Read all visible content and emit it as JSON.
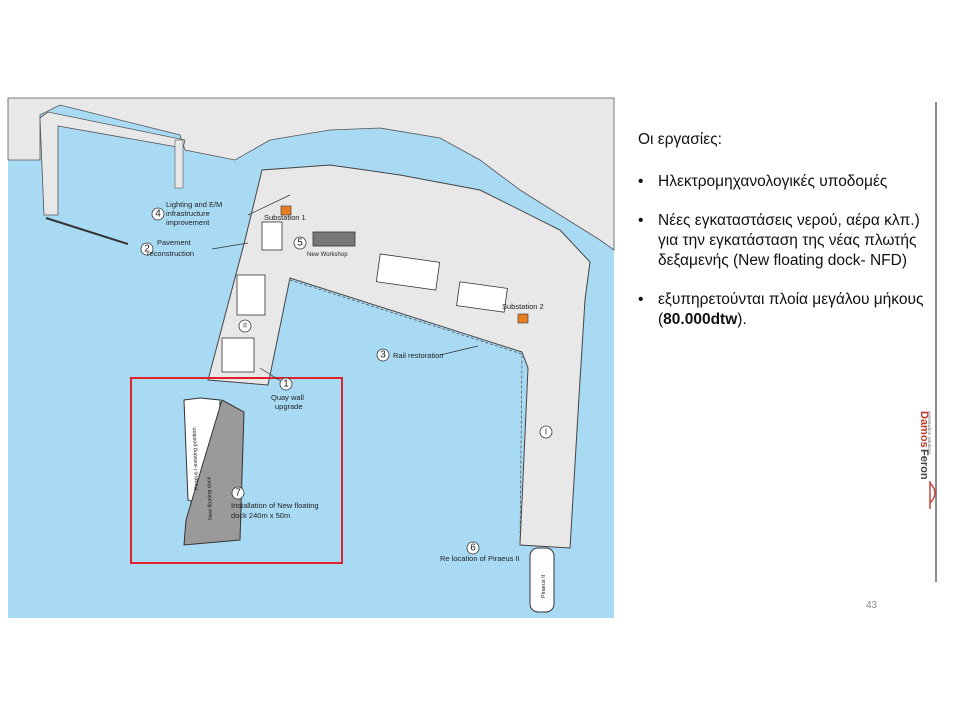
{
  "slide": {
    "heading": "Οι εργασίες:",
    "bullets": [
      "Ηλεκτρομηχανολογικές υποδομές",
      "Νέες εγκαταστάσεις νερού, αέρα κλπ.) για την εγκατάσταση της νέας πλωτής δεξαμενής (New floating dock-  NFD)"
    ],
    "bullet3_prefix": "εξυπηρετούνται πλοία μεγάλου μήκους (",
    "bullet3_bold": "80.000dtw",
    "bullet3_suffix": ").",
    "slide_number": "43"
  },
  "logo": {
    "brand_a": "Damos",
    "brand_b": "Feron",
    "tagline": "construction solutions",
    "accent_color": "#c0392b"
  },
  "map": {
    "colors": {
      "sea": "#a9daf4",
      "land": "#e8e8e8",
      "highlight": "#e0202a",
      "outline": "#333333"
    },
    "labels": {
      "lighting_line1": "Lighting and E/M",
      "lighting_line2": "infrastructure",
      "lighting_line3": "improvement",
      "lighting_num": "4",
      "pavement_line1": "Pavement",
      "pavement_line2": "reconstruction",
      "pavement_num": "2",
      "substation1": "Substation 1",
      "workshop_num": "5",
      "workshop": "New Workshop",
      "substation2": "Substation 2",
      "rail_num": "3",
      "rail": "Rail restoration",
      "quay_num": "1",
      "quay_line1": "Quay wall",
      "quay_line2": "upgrade",
      "ndock_num": "7",
      "ndock_line1": "Installation of New floating",
      "ndock_line2": "dock 240m x 50m",
      "reloc_num": "6",
      "reloc": "Re location of Piraeus II",
      "piraeus_existing": "Piraeus I-existing position",
      "new_dock": "New floating dock",
      "piraeus2": "Piraeus II",
      "roman_2": "II",
      "roman_1": "I"
    }
  }
}
